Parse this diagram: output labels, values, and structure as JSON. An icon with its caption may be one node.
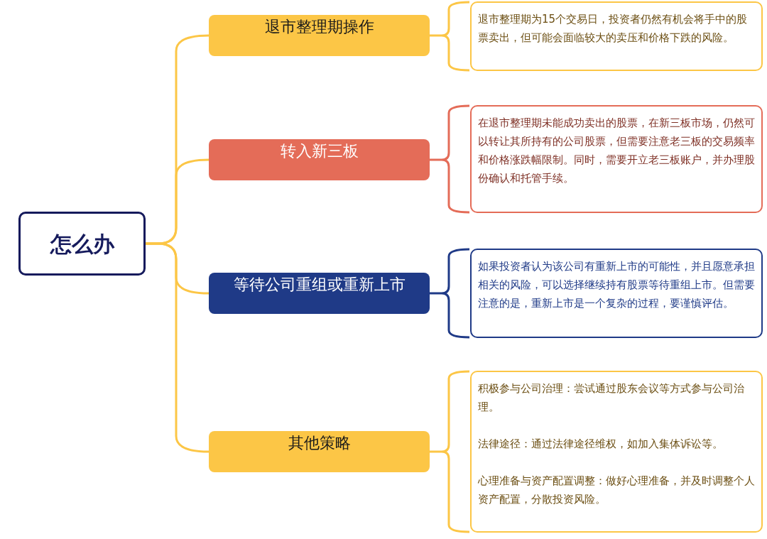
{
  "diagram": {
    "nodes": [
      {
        "text": [
          "怎么办"
        ]
      },
      {
        "text": [
          "退市整理期操作"
        ]
      },
      {
        "text": [
          "转入新三板"
        ]
      },
      {
        "text": [
          "等待公司重组或重新上市"
        ]
      },
      {
        "text": [
          "其他策略"
        ]
      },
      {
        "text": [
          "退市整理期为15个交易日，投资者仍然有机会将手中的股票卖出，但可能会面临较大的卖压和价格下跌的风险。"
        ]
      },
      {
        "text": [
          "在退市整理期未能成功卖出的股票，在新三板市场，仍然可以转让其所持有的公司股票，但需要注意老三板的交易频率和价格涨跌幅限制。同时，需要开立老三板账户，并办理股份确认和托管手续。"
        ]
      },
      {
        "text": [
          "如果投资者认为该公司有重新上市的可能性，并且愿意承担相关的风险，可以选择继续持有股票等待重组上市。但需要注意的是，重新上市是一个复杂的过程，要谨慎评估。"
        ]
      },
      {
        "text": [
          "积极参与公司治理：尝试通过股东会议等方式参与公司治理。",
          "法律途径：通过法律途径维权，如加入集体诉讼等。",
          "心理准备与资产配置调整：做好心理准备，并及时调整个人资产配置，分散投资风险。"
        ]
      }
    ],
    "edges": [
      {
        "from": 0,
        "to": 1,
        "arrow": "none"
      },
      {
        "from": 0,
        "to": 2,
        "arrow": "none"
      },
      {
        "from": 0,
        "to": 3,
        "arrow": "none"
      },
      {
        "from": 0,
        "to": 4,
        "arrow": "none"
      },
      {
        "from": 1,
        "to": 5,
        "arrow": "none"
      },
      {
        "from": 2,
        "to": 6,
        "arrow": "none",
        "color": "#e46c58"
      },
      {
        "from": 3,
        "to": 7,
        "arrow": "none",
        "color": "#1f3a87"
      },
      {
        "from": 4,
        "to": 8,
        "arrow": "none"
      }
    ]
  }
}
